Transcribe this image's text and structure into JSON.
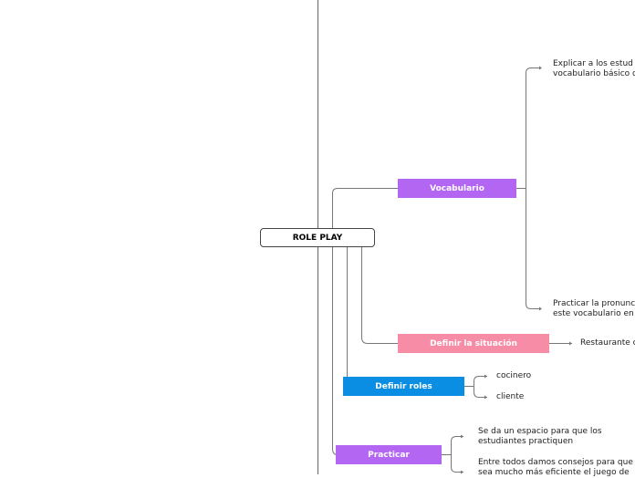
{
  "map": {
    "root": {
      "label": "ROLE PLAY"
    },
    "branches": [
      {
        "id": "vocabulario",
        "label": "Vocabulario",
        "color": "#b366f2",
        "children": [
          {
            "lines": [
              "Explicar a los estud",
              "vocabulario básico d"
            ]
          },
          {
            "lines": [
              "Practicar la pronunc",
              "este vocabulario en"
            ]
          }
        ]
      },
      {
        "id": "definir-situacion",
        "label": "Definir la situación",
        "color": "#f78ca7",
        "children": [
          {
            "lines": [
              "Restaurante c"
            ]
          }
        ]
      },
      {
        "id": "definir-roles",
        "label": "Definir roles",
        "color": "#0a8ee3",
        "children": [
          {
            "lines": [
              "cocinero"
            ]
          },
          {
            "lines": [
              "cliente"
            ]
          }
        ]
      },
      {
        "id": "practicar",
        "label": "Practicar",
        "color": "#b366f2",
        "children": [
          {
            "lines": [
              "Se da un espacio para que los",
              "estudiantes practiquen"
            ]
          },
          {
            "lines": [
              "Entre todos damos consejos para que",
              "sea mucho más eficiente el juego de"
            ]
          }
        ]
      }
    ]
  }
}
